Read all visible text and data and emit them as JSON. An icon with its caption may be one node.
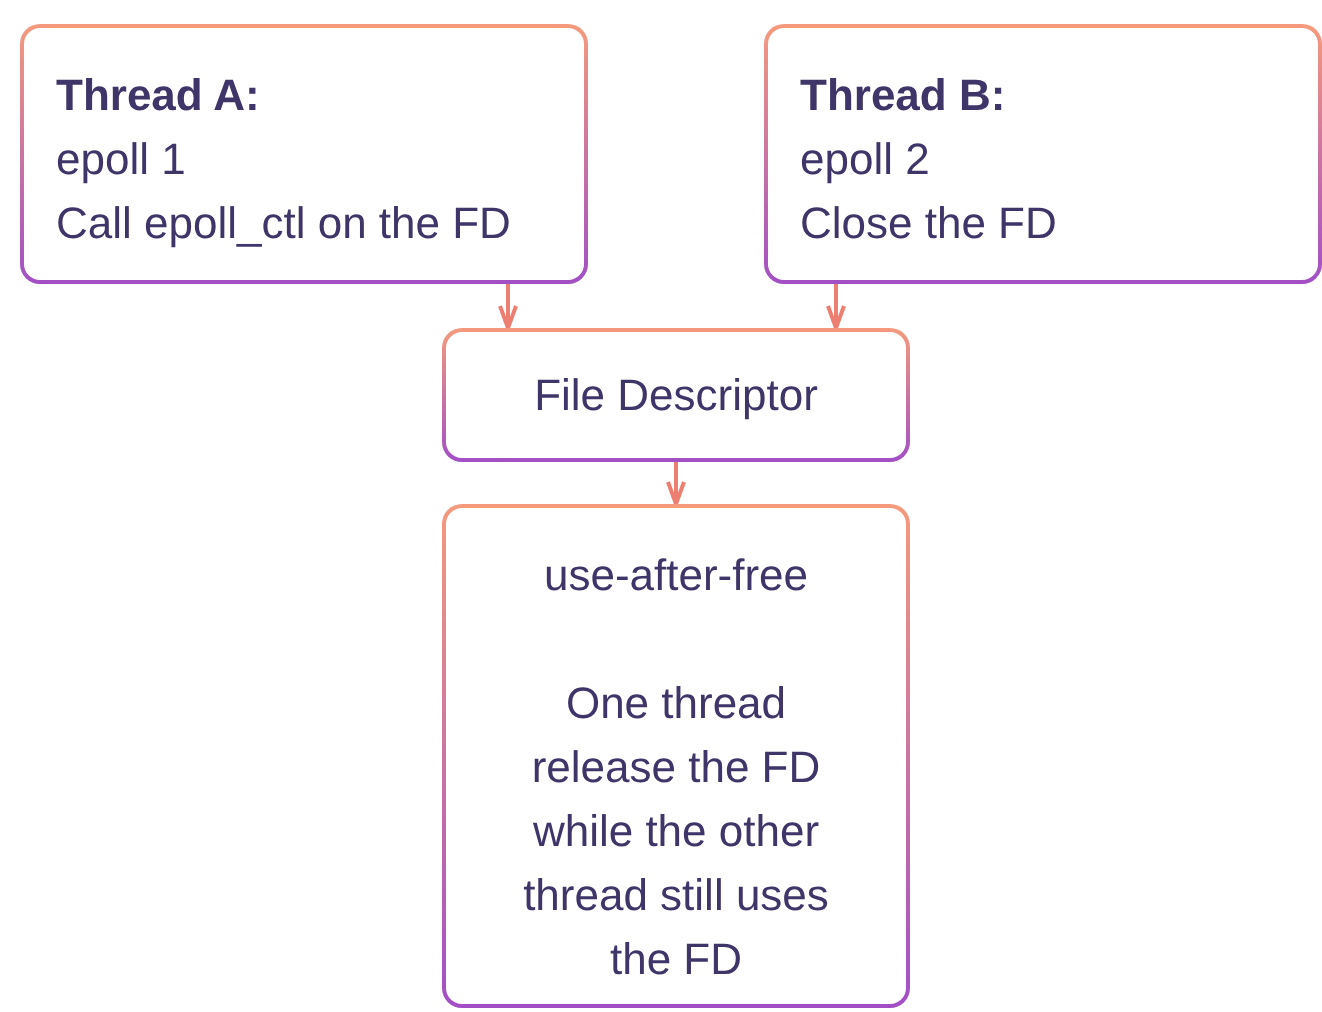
{
  "diagram": {
    "nodes": [
      {
        "text": [
          "Thread A:",
          "epoll 1",
          "Call epoll_ctl on the FD"
        ]
      },
      {
        "text": [
          "Thread B:",
          "epoll 2",
          "Close the FD"
        ]
      },
      {
        "text": [
          "File Descriptor"
        ]
      },
      {
        "text": [
          "use-after-free",
          "One thread release the FD while the other thread still uses the FD"
        ]
      }
    ],
    "edges": [
      {
        "from": 0,
        "to": 2,
        "arrow": "to"
      },
      {
        "from": 1,
        "to": 2,
        "arrow": "to"
      },
      {
        "from": 2,
        "to": 3,
        "arrow": "to"
      }
    ]
  }
}
